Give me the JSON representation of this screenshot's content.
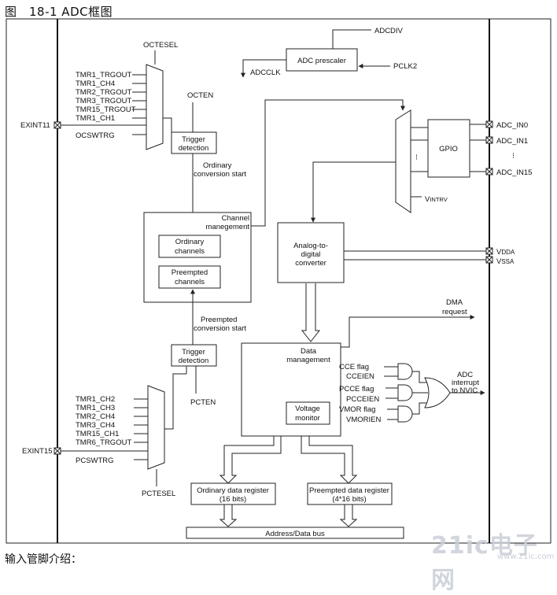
{
  "title": "图　18-1 ADC框图",
  "footer": "输入管脚介绍：",
  "watermark": {
    "text": "21ic电子网",
    "sub": "www.21ic.com"
  },
  "labels": {
    "octesel": "OCTESEL",
    "octen": "OCTEN",
    "ordinary_triggers": [
      "TMR1_TRGOUT",
      "TMR1_CH4",
      "TMR2_TRGOUT",
      "TMR3_TRGOUT",
      "TMR15_TRGOUT",
      "TMR1_CH1"
    ],
    "ocswtrg": "OCSWTRG",
    "exint11": "EXINT11",
    "trigger_detection": [
      "Trigger",
      "detection"
    ],
    "ordinary_conv_start": [
      "Ordinary",
      "conversion start"
    ],
    "channel_mgmt": [
      "Channel",
      "manegement"
    ],
    "ordinary_channels": [
      "Ordinary",
      "channels"
    ],
    "preempted_channels": [
      "Preempted",
      "channels"
    ],
    "preempted_conv_start": [
      "Preempted",
      "conversion start"
    ],
    "pcten": "PCTEN",
    "preempted_triggers": [
      "TMR1_CH2",
      "TMR1_CH3",
      "TMR2_CH4",
      "TMR3_CH4",
      "TMR15_CH1",
      "TMR6_TRGOUT"
    ],
    "exint15": "EXINT15",
    "pcswtrg": "PCSWTRG",
    "pctesel": "PCTESEL",
    "adcdiv": "ADCDIV",
    "adc_prescaler": "ADC prescaler",
    "adcclk": "ADCCLK",
    "pclk2": "PCLK2",
    "gpio": "GPIO",
    "adc_in0": "ADC_IN0",
    "adc_in1": "ADC_IN1",
    "adc_in15": "ADC_IN15",
    "dots_v": "⁝",
    "v_intrv": "V",
    "v_intrv_sub": "INTRV",
    "adc": [
      "Analog-to-",
      "digital",
      "converter"
    ],
    "vdda": "V",
    "vdda_sub": "DDA",
    "vssa": "V",
    "vssa_sub": "SSA",
    "dma_request": [
      "DMA",
      "request"
    ],
    "data_mgmt": [
      "Data",
      "management"
    ],
    "voltage_monitor": [
      "Voltage",
      "monitor"
    ],
    "flags": [
      "CCE flag",
      "CCEIEN",
      "PCCE flag",
      "PCCEIEN",
      "VMOR flag",
      "VMORIEN"
    ],
    "adc_interrupt": [
      "ADC",
      "interrupt",
      "to NVIC"
    ],
    "ordinary_data_reg": [
      "Ordinary data register",
      "(16 bits)"
    ],
    "preempted_data_reg": [
      "Preempted data register",
      "(4*16 bits)"
    ],
    "address_bus": "Address/Data bus"
  }
}
